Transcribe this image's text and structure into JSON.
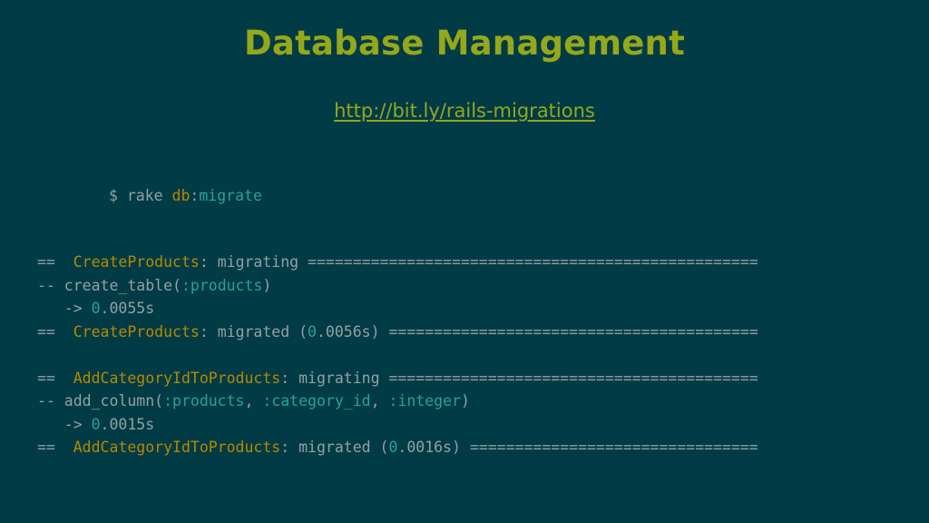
{
  "slide": {
    "title": "Database Management",
    "link": "http://bit.ly/rails-migrations"
  },
  "command": {
    "prompt": "$ rake ",
    "task": "db",
    "sep": ":",
    "action": "migrate"
  },
  "output": [
    [
      {
        "t": "==  ",
        "c": "base"
      },
      {
        "t": "CreateProducts",
        "c": "class"
      },
      {
        "t": ": migrating ==================================================",
        "c": "base"
      }
    ],
    [
      {
        "t": "-- create_table(",
        "c": "base"
      },
      {
        "t": ":products",
        "c": "sym"
      },
      {
        "t": ")",
        "c": "base"
      }
    ],
    [
      {
        "t": "   -> ",
        "c": "base"
      },
      {
        "t": "0",
        "c": "num"
      },
      {
        "t": ".0055s",
        "c": "base"
      }
    ],
    [
      {
        "t": "==  ",
        "c": "base"
      },
      {
        "t": "CreateProducts",
        "c": "class"
      },
      {
        "t": ": migrated (",
        "c": "base"
      },
      {
        "t": "0",
        "c": "num"
      },
      {
        "t": ".0056s) =========================================",
        "c": "base"
      }
    ],
    [],
    [
      {
        "t": "==  ",
        "c": "base"
      },
      {
        "t": "AddCategoryIdToProducts",
        "c": "class"
      },
      {
        "t": ": migrating =========================================",
        "c": "base"
      }
    ],
    [
      {
        "t": "-- add_column(",
        "c": "base"
      },
      {
        "t": ":products",
        "c": "sym"
      },
      {
        "t": ", ",
        "c": "base"
      },
      {
        "t": ":category_id",
        "c": "sym"
      },
      {
        "t": ", ",
        "c": "base"
      },
      {
        "t": ":integer",
        "c": "sym"
      },
      {
        "t": ")",
        "c": "base"
      }
    ],
    [
      {
        "t": "   -> ",
        "c": "base"
      },
      {
        "t": "0",
        "c": "num"
      },
      {
        "t": ".0015s",
        "c": "base"
      }
    ],
    [
      {
        "t": "==  ",
        "c": "base"
      },
      {
        "t": "AddCategoryIdToProducts",
        "c": "class"
      },
      {
        "t": ": migrated (",
        "c": "base"
      },
      {
        "t": "0",
        "c": "num"
      },
      {
        "t": ".0016s) ================================",
        "c": "base"
      }
    ]
  ],
  "colors": {
    "background": "#003b46",
    "title": "#95a71a",
    "text": "#93a1a1",
    "class_name": "#b58900",
    "symbol": "#2aa198"
  }
}
